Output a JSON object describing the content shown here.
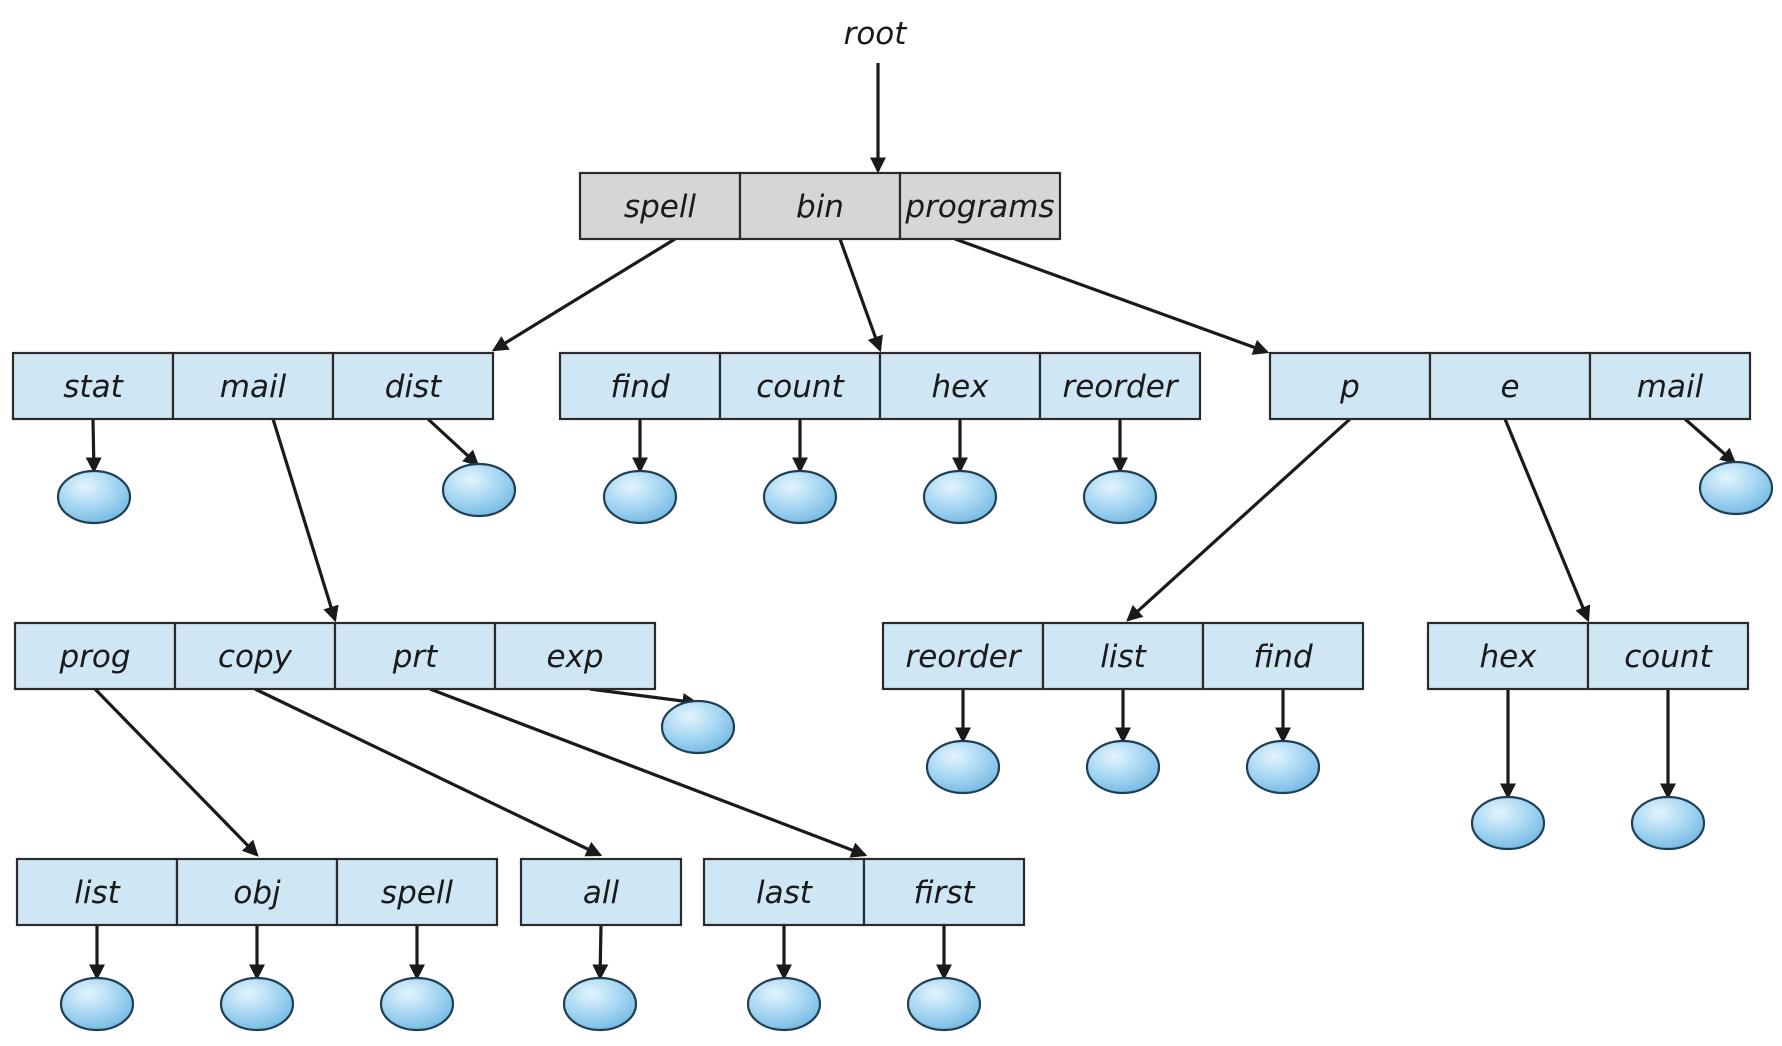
{
  "root_label": "root",
  "directories": {
    "root": [
      "spell",
      "bin",
      "programs"
    ],
    "spell_dir": [
      "stat",
      "mail",
      "dist"
    ],
    "bin_dir": [
      "find",
      "count",
      "hex",
      "reorder"
    ],
    "programs_dir": [
      "p",
      "e",
      "mail"
    ],
    "mail_dir": [
      "prog",
      "copy",
      "prt",
      "exp"
    ],
    "p_dir": [
      "reorder",
      "list",
      "find"
    ],
    "e_dir": [
      "hex",
      "count"
    ],
    "prog_dir": [
      "list",
      "obj",
      "spell"
    ],
    "copy_dir": [
      "all"
    ],
    "prt_dir": [
      "last",
      "first"
    ]
  },
  "colors": {
    "root_cell": "#d6d6d6",
    "dir_cell": "#cfe6f5",
    "file_node": "#9fd3f0",
    "line": "#1a1a1a"
  }
}
